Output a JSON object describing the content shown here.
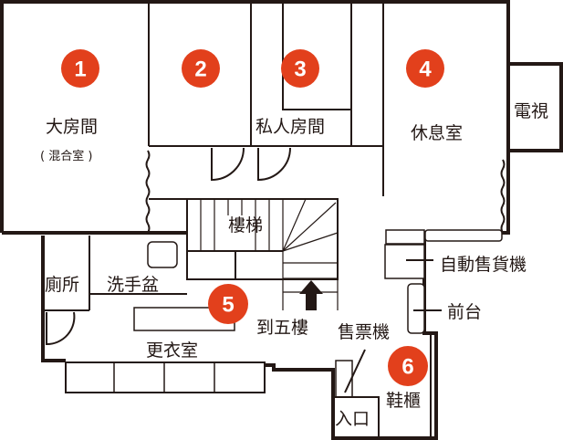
{
  "rooms": {
    "room1": "大房間",
    "room1_sub": "( 混合室 )",
    "room3": "私人房間",
    "room4": "休息室",
    "tv": "電視",
    "stairs": "樓梯",
    "toilet": "廁所",
    "sink": "洗手盆",
    "changing": "更衣室",
    "to_5f": "到五樓",
    "ticket": "售票機",
    "vending": "自動售貨機",
    "reception": "前台",
    "entrance": "入口",
    "shoe": "鞋櫃"
  },
  "badges": [
    "1",
    "2",
    "3",
    "4",
    "5",
    "6"
  ],
  "colors": {
    "badge": "#e2401c",
    "line": "#231815"
  }
}
